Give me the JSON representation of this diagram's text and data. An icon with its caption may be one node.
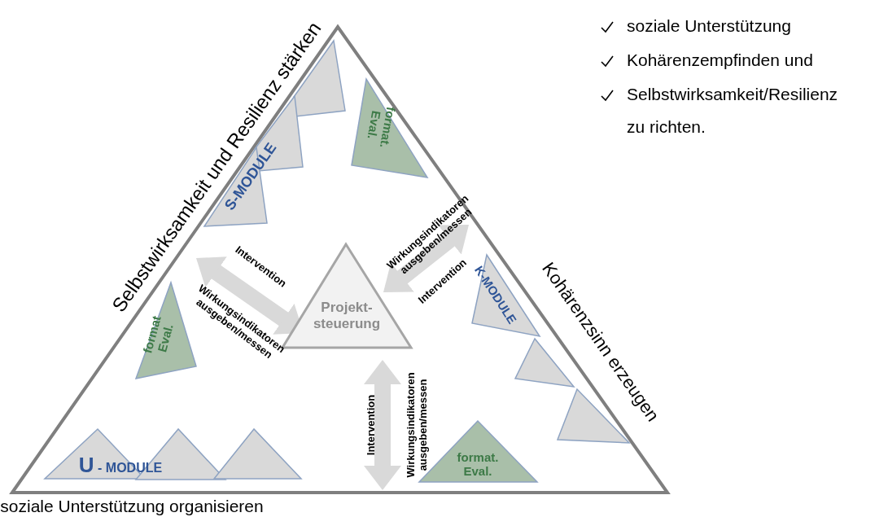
{
  "diagram": {
    "nodes": [
      {
        "text": [
          "Selbstwirksamkeit und Resilienz stärken",
          "Kohärenzsinn erzeugen",
          "soziale Unterstützung organisieren"
        ]
      },
      {
        "text": [],
        "shape": "triangle",
        "in": 0
      },
      {
        "text": [],
        "shape": "triangle",
        "in": 0
      },
      {
        "text": [
          "S-MODULE"
        ],
        "in": 0
      },
      {
        "text": [
          "format. Eval."
        ],
        "in": 0
      },
      {
        "text": [
          "Projekt- steuerung"
        ],
        "in": 0
      },
      {
        "text": [
          "format Eval."
        ],
        "in": 0
      },
      {
        "text": [
          "K-MODULE"
        ],
        "in": 0
      },
      {
        "text": [],
        "shape": "triangle",
        "in": 0
      },
      {
        "text": [],
        "shape": "triangle",
        "in": 0
      },
      {
        "text": [
          "U - MODULE"
        ],
        "in": 0
      },
      {
        "text": [],
        "shape": "triangle",
        "in": 0
      },
      {
        "text": [],
        "shape": "triangle",
        "in": 0
      },
      {
        "text": [
          "format. Eval."
        ],
        "in": 0
      }
    ],
    "edges": [
      {
        "from": 5,
        "to": 3,
        "arrow": "both"
      },
      {
        "from": 5,
        "to": 7,
        "arrow": "both"
      },
      {
        "from": 5,
        "to": 13,
        "arrow": "both"
      }
    ],
    "labels": [
      "soziale Unterstützung",
      "Kohärenzempfinden und",
      "Selbstwirksamkeit/Resilienz zu richten.",
      "Intervention",
      "Wirkungsindikatoren ausgeben/messen",
      "Wirkungsindikatoren ausgeben/messen",
      "Intervention",
      "Intervention",
      "Wirkungsindikatoren ausgeben/messen"
    ]
  }
}
